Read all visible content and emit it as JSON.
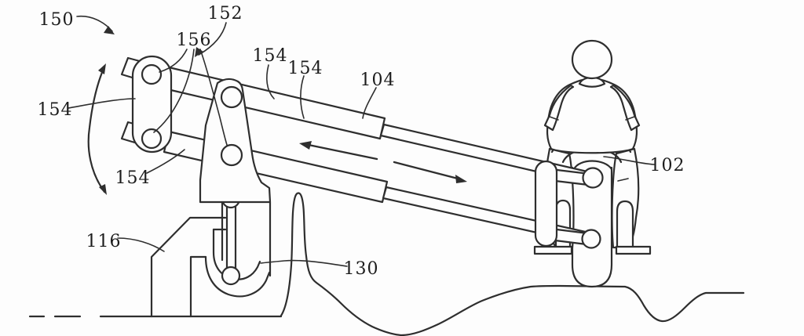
{
  "figure": {
    "kind": "patent-line-drawing",
    "background_color": "#fdfdfd",
    "line_color": "#2e2e2e",
    "label_color": "#1c1c1c"
  },
  "reference_labels": [
    {
      "id": "150",
      "text": "150"
    },
    {
      "id": "152",
      "text": "152"
    },
    {
      "id": "156",
      "text": "156"
    },
    {
      "id": "154-upper-a",
      "text": "154"
    },
    {
      "id": "154-upper-b",
      "text": "154"
    },
    {
      "id": "104",
      "text": "104"
    },
    {
      "id": "154-left",
      "text": "154"
    },
    {
      "id": "154-lower",
      "text": "154"
    },
    {
      "id": "102",
      "text": "102"
    },
    {
      "id": "116",
      "text": "116"
    },
    {
      "id": "130",
      "text": "130"
    }
  ]
}
